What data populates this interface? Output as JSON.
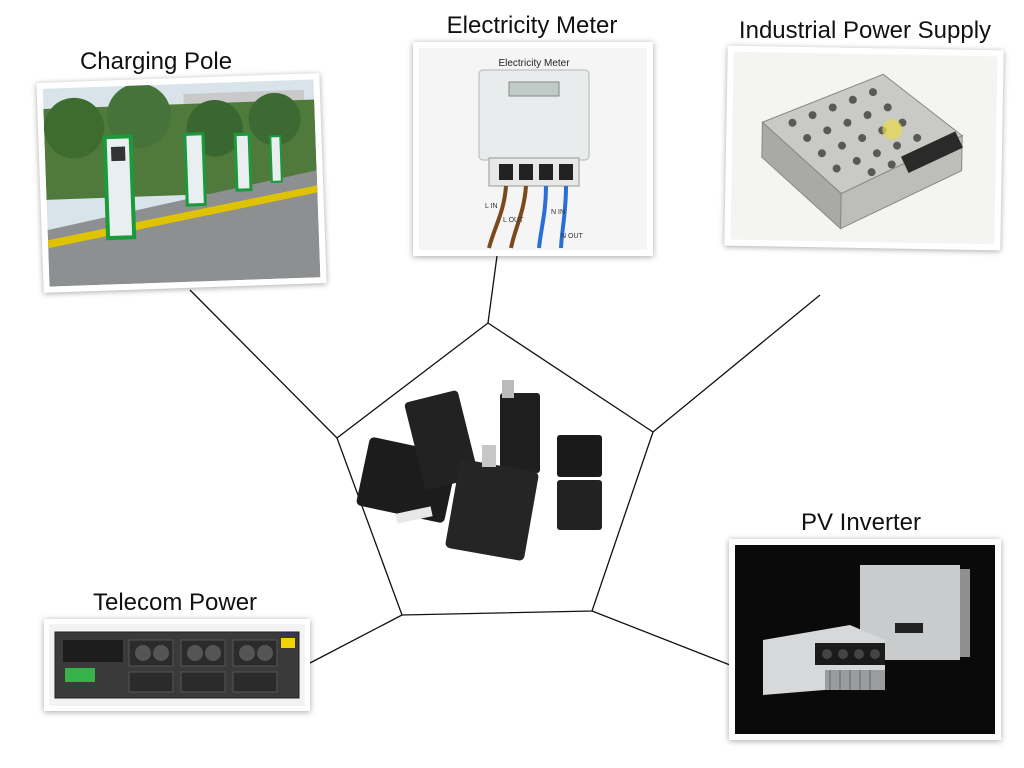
{
  "applications": [
    {
      "id": "charging-pole",
      "label": "Charging Pole",
      "icon": "ev-charging-station-icon"
    },
    {
      "id": "electricity-meter",
      "label": "Electricity Meter",
      "icon": "electricity-meter-icon",
      "meter_face_text": "Electricity Meter",
      "wire_labels": [
        "L IN",
        "L OUT",
        "N IN",
        "N OUT"
      ]
    },
    {
      "id": "industrial-power-supply",
      "label": "Industrial Power Supply",
      "icon": "power-supply-unit-icon"
    },
    {
      "id": "telecom-power",
      "label": "Telecom Power",
      "icon": "telecom-rack-power-icon"
    },
    {
      "id": "pv-inverter",
      "label": "PV Inverter",
      "icon": "solar-inverter-icon"
    }
  ],
  "center": {
    "icon": "film-capacitor-components-icon"
  },
  "colors": {
    "line": "#111111",
    "frame_border": "#ffffff",
    "photo_bg_dark": "#0a0a0a"
  }
}
